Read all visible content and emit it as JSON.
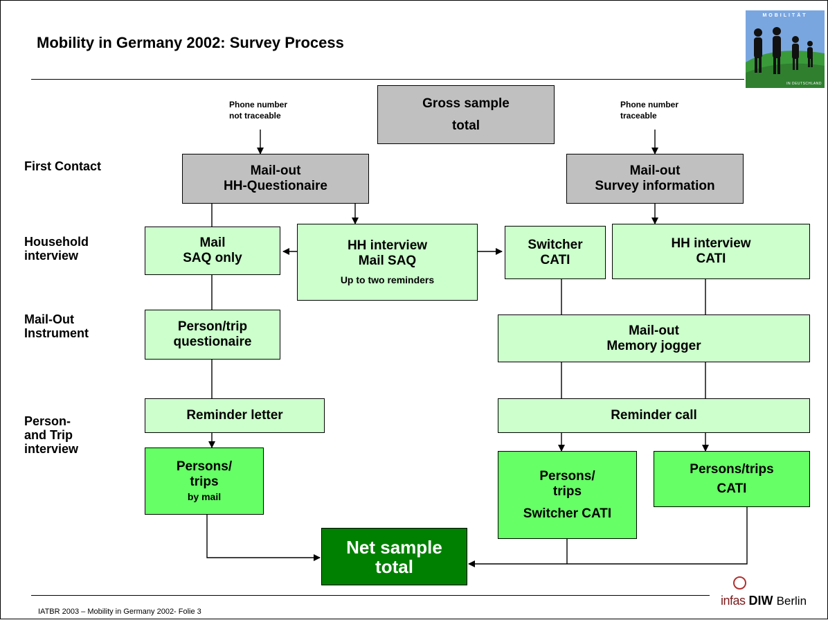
{
  "header": {
    "title": "Mobility in Germany 2002: Survey Process"
  },
  "logo": {
    "top_text": "MOBILITÄT",
    "bottom_text": "IN DEUTSCHLAND"
  },
  "row_labels": {
    "first_contact": "First Contact",
    "household_l1": "Household",
    "household_l2": "interview",
    "mailout_l1": "Mail-Out",
    "mailout_l2": "Instrument",
    "person_l1": "Person-",
    "person_l2": "and Trip",
    "person_l3": "interview"
  },
  "notes": {
    "left_l1": "Phone number",
    "left_l2": "not traceable",
    "right_l1": "Phone number",
    "right_l2": "traceable"
  },
  "boxes": {
    "gross": {
      "l1": "Gross sample",
      "l2": "total"
    },
    "mailout_hh": {
      "l1": "Mail-out",
      "l2": "HH-Questionaire"
    },
    "mailout_info": {
      "l1": "Mail-out",
      "l2": "Survey information"
    },
    "mail_saq": {
      "l1": "Mail",
      "l2": "SAQ only"
    },
    "hh_mail": {
      "l1": "HH interview",
      "l2": "Mail SAQ",
      "l3": "Up to two reminders"
    },
    "switcher": {
      "l1": "Switcher",
      "l2": "CATI"
    },
    "hh_cati": {
      "l1": "HH interview",
      "l2": "CATI"
    },
    "person_q": {
      "l1": "Person/trip",
      "l2": "questionaire"
    },
    "memory": {
      "l1": "Mail-out",
      "l2": "Memory jogger"
    },
    "rem_letter": {
      "l1": "Reminder letter"
    },
    "rem_call": {
      "l1": "Reminder call"
    },
    "pt_mail": {
      "l1": "Persons/",
      "l2": "trips",
      "l3": "by mail"
    },
    "pt_switch": {
      "l1": "Persons/",
      "l2": "trips",
      "l3": "Switcher CATI"
    },
    "pt_cati": {
      "l1": "Persons/trips",
      "l2": "CATI"
    },
    "net": {
      "l1": "Net sample",
      "l2": "total"
    }
  },
  "footer": {
    "text": "IATBR 2003 – Mobility in Germany 2002- Folie 3"
  },
  "branding": {
    "infas": "infas",
    "diw": "DIW",
    "berlin": "Berlin"
  },
  "colors": {
    "gray": "#c0c0c0",
    "light_green": "#ccffcc",
    "mid_green": "#66ff66",
    "dark_green": "#008000"
  }
}
